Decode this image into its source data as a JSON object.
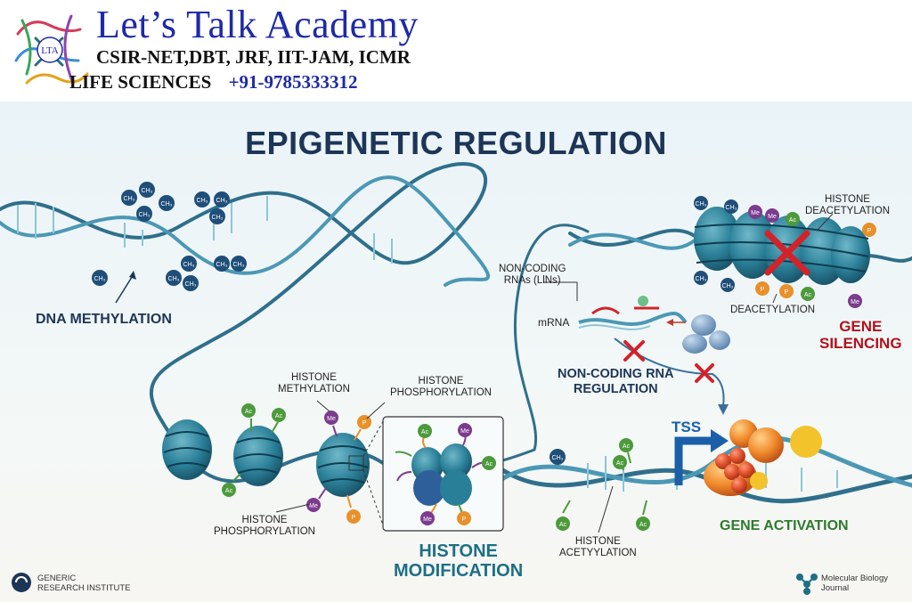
{
  "header": {
    "title": "Let’s Talk Academy",
    "subtitle": "CSIR-NET,DBT, JRF, IIT-JAM, ICMR",
    "line3_left": "LIFE SCIENCES",
    "line3_phone": "+91-9785333312",
    "logo_text": "LTA"
  },
  "diagram": {
    "title": "EPIGENETIC REGULATION",
    "dna_methylation": "DNA METHYLATION",
    "histone_methylation": "HISTONE\nMETHYLATION",
    "histone_phosphorylation_top": "HISTONE\nPHOSPHORYLATION",
    "histone_phosphorylation_bottom": "HISTONE\nPHOSPHORYLATION",
    "histone_modification": "HISTONE\nMODIFICATION",
    "histone_acetylation": "HISTONE\nACETYYLATION",
    "gene_activation": "GENE ACTIVATION",
    "tss": "TSS",
    "ncrna_regulation": "NON-CODING RNA\nREGULATION",
    "ncrna_label": "NON-CODING\nRNAs (LlNs)",
    "mrna": "mRNA",
    "histone_deacetylation": "HISTONE\nDEACETYLATION",
    "deacetylation": "DEACETYLATION",
    "gene_silencing": "GENE\nSILENCING",
    "tags": {
      "ch3": "CH₃",
      "ac": "Ac",
      "me": "Me",
      "p": "P"
    }
  },
  "credits": {
    "left": "GENERIC\nRESEARCH INSTITUTE",
    "right": "Molecular Biology\nJournal"
  },
  "colors": {
    "brand_blue": "#1e2aa8",
    "title_navy": "#1d3557",
    "teal": "#1e6f86",
    "silencing_red": "#b3121c",
    "activation_green": "#2d7a2d",
    "acetyl_green": "#4c9a3c",
    "methyl_purple": "#7b3b8e",
    "phospho_orange": "#e8902a"
  }
}
